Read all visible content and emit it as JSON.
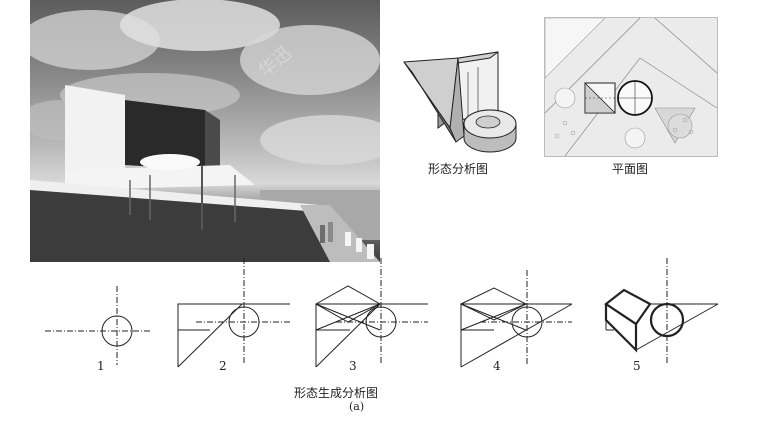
{
  "photo": {
    "watermark": "华迅"
  },
  "captions": {
    "form_analysis": "形态分析图",
    "plan": "平面图",
    "generation_title": "形态生成分析图",
    "sub_label": "(a)"
  },
  "steps": [
    {
      "number": "1"
    },
    {
      "number": "2"
    },
    {
      "number": "3"
    },
    {
      "number": "4"
    },
    {
      "number": "5"
    }
  ],
  "colors": {
    "ink": "#222222",
    "background": "#ffffff"
  }
}
